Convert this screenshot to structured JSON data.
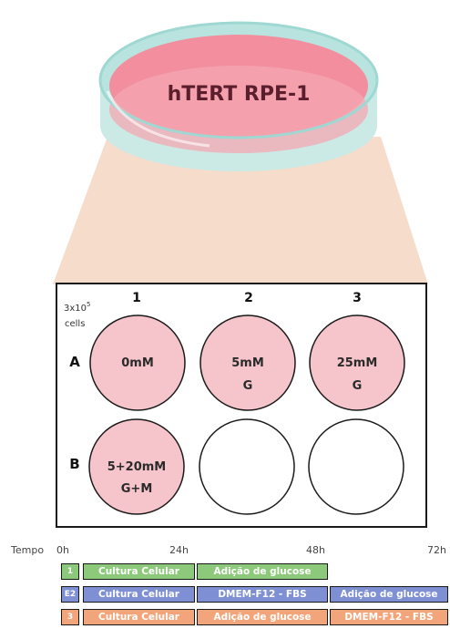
{
  "dish": {
    "label": "hTERT RPE-1"
  },
  "plate": {
    "seeding": {
      "line1": "3x10",
      "exp": "5",
      "line2": "cells"
    },
    "columns": [
      "1",
      "2",
      "3"
    ],
    "rows": [
      "A",
      "B"
    ],
    "wells": [
      {
        "id": "A1",
        "line1": "0mM",
        "line2": "",
        "filled": true
      },
      {
        "id": "A2",
        "line1": "5mM",
        "line2": "G",
        "filled": true
      },
      {
        "id": "A3",
        "line1": "25mM",
        "line2": "G",
        "filled": true
      },
      {
        "id": "B1",
        "line1": "5+20mM",
        "line2": "G+M",
        "filled": true
      },
      {
        "id": "B2",
        "line1": "",
        "line2": "",
        "filled": false
      },
      {
        "id": "B3",
        "line1": "",
        "line2": "",
        "filled": false
      }
    ]
  },
  "timeline": {
    "axis_label": "Tempo",
    "ticks": [
      "0h",
      "24h",
      "48h",
      "72h"
    ],
    "rows": [
      {
        "id": "1",
        "color": "#8cc97b",
        "cells": [
          "Cultura Celular",
          "Adição de glucose"
        ]
      },
      {
        "id": "E2",
        "color": "#7f8fd4",
        "cells": [
          "Cultura Celular",
          "DMEM-F12 - FBS",
          "Adição de glucose"
        ]
      },
      {
        "id": "3",
        "color": "#f2a57a",
        "cells": [
          "Cultura Celular",
          "Adição de glucose",
          "DMEM-F12 - FBS"
        ]
      }
    ]
  },
  "colors": {
    "well_fill": "#f5c5cb",
    "dish_medium": "#f08d9c",
    "dish_rim": "#a6ddd8",
    "cone": "#f5dccb"
  }
}
